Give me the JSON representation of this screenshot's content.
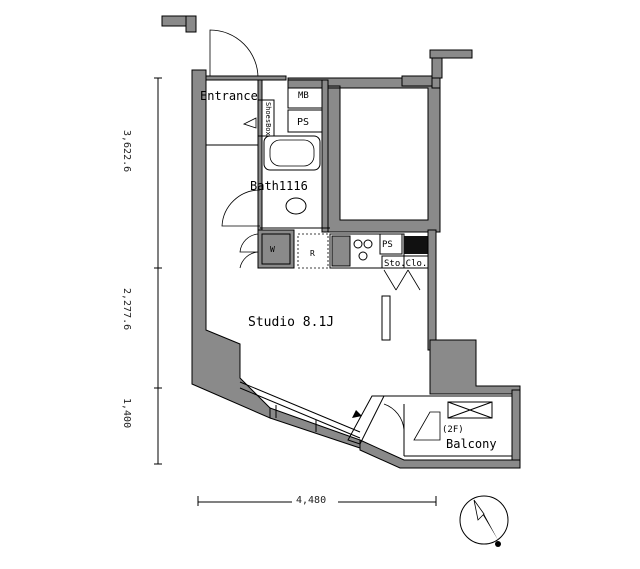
{
  "rooms": {
    "entrance": "Entrance",
    "shoes_box": "ShoesBox",
    "mb": "MB",
    "ps_top": "PS",
    "bath": "Bath1116",
    "ps_kitchen": "PS",
    "refrigerator": "R",
    "storage_closet": "Sto.Clo.",
    "studio": "Studio 8.1J",
    "floor_marker": "(2F)",
    "balcony": "Balcony"
  },
  "dimensions": {
    "v1": "3,622.6",
    "v2": "2,277.6",
    "v3": "1,400",
    "h1": "4,480"
  },
  "colors": {
    "wall": "#8a8a8a",
    "line": "#000000",
    "background": "#ffffff"
  },
  "icons": {
    "compass": "north-arrow-icon",
    "washer": "washing-machine-icon",
    "stove": "gas-stove-icon"
  }
}
